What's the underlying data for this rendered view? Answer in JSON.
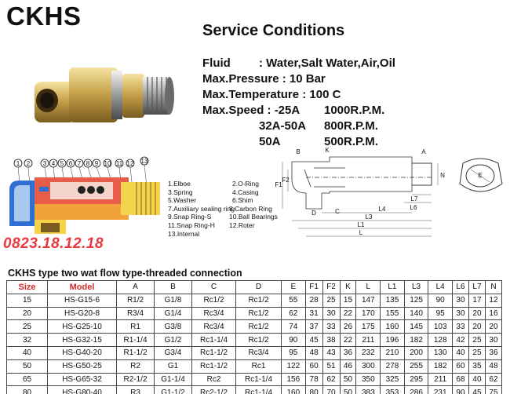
{
  "title": "CKHS",
  "service": {
    "heading": "Service Conditions",
    "fluid_label": "Fluid",
    "fluid_value": ": Water,Salt Water,Air,Oil",
    "pressure": "Max.Pressure : 10 Bar",
    "temperature": "Max.Temperature : 100 C",
    "speed_label": "Max.Speed : -25A",
    "speed_1": "1000R.P.M.",
    "size_2": "32A-50A",
    "speed_2": "800R.P.M.",
    "size_3": "50A",
    "speed_3": "500R.P.M."
  },
  "parts": [
    [
      "1.Elboe",
      "2.O-Ring"
    ],
    [
      "3.Spring",
      "4.Casing"
    ],
    [
      "5.Washer",
      "6.Shim"
    ],
    [
      "7.Auxiliary sealing ring",
      "8.Carbon Ring"
    ],
    [
      "9.Snap Ring-S",
      "10.Ball Bearings"
    ],
    [
      "11.Snap Ring-H",
      "12.Roter"
    ],
    [
      "13.Internal",
      ""
    ]
  ],
  "callouts": [
    "1",
    "2",
    "3",
    "4",
    "5",
    "6",
    "7",
    "8",
    "9",
    "10",
    "11",
    "12",
    "13"
  ],
  "dim_labels": {
    "B": "B",
    "K": "K",
    "A": "A",
    "N": "N",
    "F1": "F1",
    "F2": "F2",
    "D": "D",
    "C": "C",
    "L4": "L4",
    "L6": "L6",
    "L7": "L7",
    "L3": "L3",
    "L1": "L1",
    "L": "L",
    "E": "E"
  },
  "phone": "0823.18.12.18",
  "table": {
    "caption": "CKHS type two wat flow type-threaded connection",
    "headers": [
      "Size",
      "Model",
      "A",
      "B",
      "C",
      "D",
      "E",
      "F1",
      "F2",
      "K",
      "L",
      "L1",
      "L3",
      "L4",
      "L6",
      "L7",
      "N"
    ],
    "rows": [
      [
        "15",
        "HS-G15-6",
        "R1/2",
        "G1/8",
        "Rc1/2",
        "Rc1/2",
        "55",
        "28",
        "25",
        "15",
        "147",
        "135",
        "125",
        "90",
        "30",
        "17",
        "12"
      ],
      [
        "20",
        "HS-G20-8",
        "R3/4",
        "G1/4",
        "Rc3/4",
        "Rc1/2",
        "62",
        "31",
        "30",
        "22",
        "170",
        "155",
        "140",
        "95",
        "30",
        "20",
        "16"
      ],
      [
        "25",
        "HS-G25-10",
        "R1",
        "G3/8",
        "Rc3/4",
        "Rc1/2",
        "74",
        "37",
        "33",
        "26",
        "175",
        "160",
        "145",
        "103",
        "33",
        "20",
        "20"
      ],
      [
        "32",
        "HS-G32-15",
        "R1-1/4",
        "G1/2",
        "Rc1-1/4",
        "Rc1/2",
        "90",
        "45",
        "38",
        "22",
        "211",
        "196",
        "182",
        "128",
        "42",
        "25",
        "30"
      ],
      [
        "40",
        "HS-G40-20",
        "R1-1/2",
        "G3/4",
        "Rc1-1/2",
        "Rc3/4",
        "95",
        "48",
        "43",
        "36",
        "232",
        "210",
        "200",
        "130",
        "40",
        "25",
        "36"
      ],
      [
        "50",
        "HS-G50-25",
        "R2",
        "G1",
        "Rc1-1/2",
        "Rc1",
        "122",
        "60",
        "51",
        "46",
        "300",
        "278",
        "255",
        "182",
        "60",
        "35",
        "48"
      ],
      [
        "65",
        "HS-G65-32",
        "R2-1/2",
        "G1-1/4",
        "Rc2",
        "Rc1-1/4",
        "156",
        "78",
        "62",
        "50",
        "350",
        "325",
        "295",
        "211",
        "68",
        "40",
        "62"
      ],
      [
        "80",
        "HS-G80-40",
        "R3",
        "G1-1/2",
        "Rc2-1/2",
        "Rc1-1/4",
        "160",
        "80",
        "70",
        "50",
        "383",
        "353",
        "286",
        "231",
        "90",
        "45",
        "75"
      ]
    ]
  }
}
